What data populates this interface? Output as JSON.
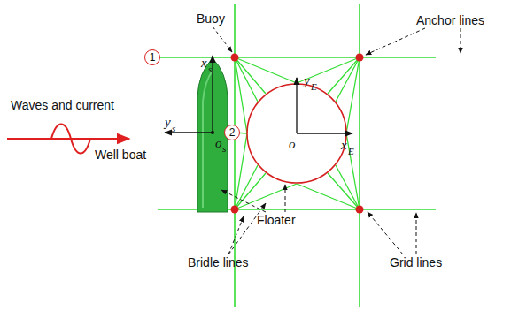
{
  "diagram": {
    "nodes": [
      {
        "text": [
          "1"
        ]
      },
      {
        "text": [
          "2"
        ]
      }
    ],
    "labels": [
      "Buoy",
      "Anchor lines",
      "Waves and current",
      "x",
      "s",
      "y",
      "s",
      "o",
      "s",
      "y",
      "E",
      "x",
      "E",
      "o",
      "Well boat",
      "Floater",
      "Bridle lines",
      "Grid lines"
    ]
  }
}
